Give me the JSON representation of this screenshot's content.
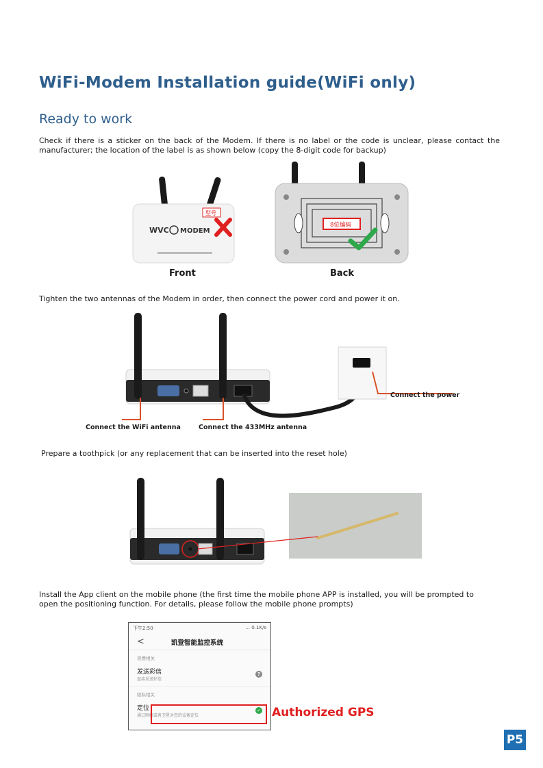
{
  "page": {
    "title": "WiFi-Modem Installation guide(WiFi only)",
    "subtitle": "Ready to work",
    "para1": "Check if there is a sticker on the back of the Modem. If there is no label or the code is unclear, please contact the manufacturer; the location of the label is as shown below (copy the 8-digit code for backup)",
    "para2": "Tighten the two antennas of the Modem in order, then connect the power cord and power it on.",
    "para3": "Prepare a toothpick (or any replacement that can be inserted into the reset hole)",
    "para4": "Install the App client on the mobile phone (the first time the mobile phone APP is installed, you will be prompted to open the positioning function. For details, please follow the mobile phone prompts)",
    "page_number": "P5"
  },
  "fig1": {
    "front_caption": "Front",
    "back_caption": "Back",
    "brand": "WVC",
    "brand_suffix": "MODEM",
    "front_tag": "型号",
    "back_tag": "8位编码"
  },
  "fig2": {
    "label_power": "Connect the power",
    "label_wifi": "Connect the WiFi antenna",
    "label_433": "Connect the 433MHz antenna"
  },
  "phone": {
    "time": "下午2:50",
    "status": "... 0.1K/s",
    "header": "凯登智能监控系统",
    "back": "<",
    "section1": "资费相关",
    "item1_title": "发送彩信",
    "item1_sub": "直接发送彩信",
    "section2": "隐私相关",
    "item2_title": "定位",
    "item2_sub": "通过网络或者卫星对您的设备定位",
    "authorized": "Authorized GPS"
  },
  "colors": {
    "title": "#2e5e8c",
    "red": "#e02020",
    "green": "#2ea84a",
    "orange_line": "#d9532b",
    "badge": "#1f6fb2"
  }
}
